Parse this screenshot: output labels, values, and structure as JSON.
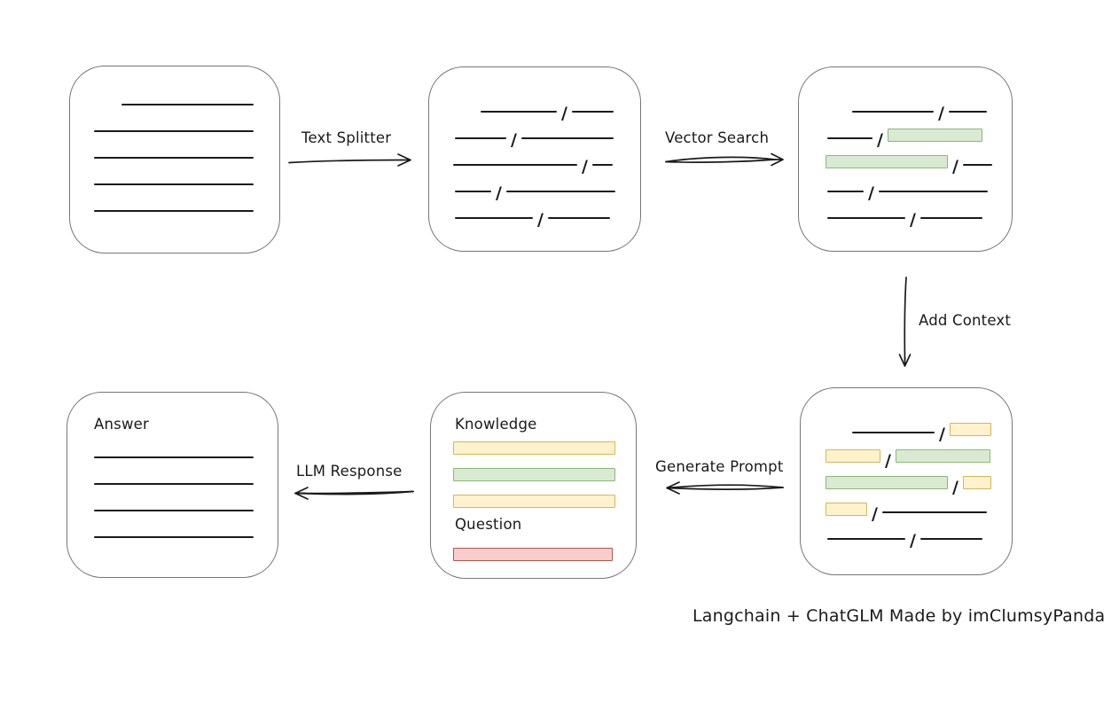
{
  "caption": "Langchain + ChatGLM Made by imClumsyPanda",
  "labels": {
    "knowledge": "Knowledge",
    "question": "Question",
    "answer": "Answer"
  },
  "arrows": [
    {
      "label": "Text Splitter",
      "from": "source-document",
      "to": "split-chunks",
      "direction": "right"
    },
    {
      "label": "Vector Search",
      "from": "split-chunks",
      "to": "matched-chunks",
      "direction": "right"
    },
    {
      "label": "Add Context",
      "from": "matched-chunks",
      "to": "context-chunks",
      "direction": "down"
    },
    {
      "label": "Generate Prompt",
      "from": "context-chunks",
      "to": "prompt",
      "direction": "left"
    },
    {
      "label": "LLM Response",
      "from": "prompt",
      "to": "answer",
      "direction": "left"
    }
  ],
  "colors": {
    "chunk_green_fill": "#d9ead3",
    "chunk_green_stroke": "#8ab974",
    "chunk_yellow_fill": "#fff2cc",
    "chunk_yellow_stroke": "#d6b656",
    "chunk_red_fill": "#f8cecc",
    "chunk_red_stroke": "#b85450",
    "box_border": "#767676",
    "ink": "#1a1a1a"
  },
  "boxes": {
    "source_document": {
      "rows": [
        {
          "pl": 58,
          "segs": [
            {
              "t": "line",
              "w": 149
            }
          ]
        },
        {
          "pl": 27,
          "segs": [
            {
              "t": "line",
              "w": 180
            }
          ]
        },
        {
          "pl": 27,
          "segs": [
            {
              "t": "line",
              "w": 180
            }
          ]
        },
        {
          "pl": 27,
          "segs": [
            {
              "t": "line",
              "w": 180
            }
          ]
        },
        {
          "pl": 27,
          "segs": [
            {
              "t": "line",
              "w": 180
            }
          ]
        }
      ]
    },
    "split_chunks": {
      "rows": [
        {
          "pl": 58,
          "segs": [
            {
              "t": "line",
              "w": 86
            },
            {
              "t": "slash"
            },
            {
              "t": "line",
              "w": 47
            }
          ]
        },
        {
          "pl": 29,
          "segs": [
            {
              "t": "line",
              "w": 58
            },
            {
              "t": "slash"
            },
            {
              "t": "line",
              "w": 104
            }
          ]
        },
        {
          "pl": 27,
          "segs": [
            {
              "t": "line",
              "w": 140
            },
            {
              "t": "slash"
            },
            {
              "t": "line",
              "w": 23
            }
          ]
        },
        {
          "pl": 29,
          "segs": [
            {
              "t": "line",
              "w": 41
            },
            {
              "t": "slash"
            },
            {
              "t": "line",
              "w": 123
            }
          ]
        },
        {
          "pl": 29,
          "segs": [
            {
              "t": "line",
              "w": 88
            },
            {
              "t": "slash"
            },
            {
              "t": "line",
              "w": 70
            }
          ]
        }
      ]
    },
    "matched_chunks": {
      "rows": [
        {
          "pl": 60,
          "segs": [
            {
              "t": "line",
              "w": 92
            },
            {
              "t": "slash"
            },
            {
              "t": "line",
              "w": 43
            }
          ]
        },
        {
          "pl": 32,
          "segs": [
            {
              "t": "line",
              "w": 51
            },
            {
              "t": "slash"
            },
            {
              "t": "chunk",
              "c": "green",
              "w": 107
            }
          ]
        },
        {
          "pl": 30,
          "segs": [
            {
              "t": "chunk",
              "c": "green",
              "w": 138
            },
            {
              "t": "slash"
            },
            {
              "t": "line",
              "w": 33
            }
          ]
        },
        {
          "pl": 32,
          "segs": [
            {
              "t": "line",
              "w": 41
            },
            {
              "t": "slash"
            },
            {
              "t": "line",
              "w": 123
            }
          ]
        },
        {
          "pl": 32,
          "segs": [
            {
              "t": "line",
              "w": 88
            },
            {
              "t": "slash"
            },
            {
              "t": "line",
              "w": 70
            }
          ]
        }
      ]
    },
    "context_chunks": {
      "rows": [
        {
          "pl": 58,
          "segs": [
            {
              "t": "line",
              "w": 93
            },
            {
              "t": "slash"
            },
            {
              "t": "chunk",
              "c": "yellow",
              "w": 47
            }
          ]
        },
        {
          "pl": 28,
          "segs": [
            {
              "t": "chunk",
              "c": "yellow",
              "w": 62
            },
            {
              "t": "slash"
            },
            {
              "t": "chunk",
              "c": "green",
              "w": 107
            }
          ]
        },
        {
          "pl": 28,
          "segs": [
            {
              "t": "chunk",
              "c": "green",
              "w": 138
            },
            {
              "t": "slash"
            },
            {
              "t": "chunk",
              "c": "yellow",
              "w": 32
            }
          ]
        },
        {
          "pl": 28,
          "segs": [
            {
              "t": "chunk",
              "c": "yellow",
              "w": 47
            },
            {
              "t": "slash"
            },
            {
              "t": "line",
              "w": 118
            }
          ]
        },
        {
          "pl": 30,
          "segs": [
            {
              "t": "line",
              "w": 88
            },
            {
              "t": "slash"
            },
            {
              "t": "line",
              "w": 70
            }
          ]
        }
      ]
    },
    "prompt": {
      "rows": [
        {
          "pl": 27,
          "h": 26,
          "segs": [
            {
              "t": "text",
              "text": "Knowledge",
              "name": "knowledge-label"
            }
          ]
        },
        {
          "pl": 25,
          "h": 22,
          "segs": [
            {
              "t": "chunk",
              "c": "yellow",
              "w": 183
            }
          ]
        },
        {
          "pl": 25,
          "h": 30,
          "segs": [
            {
              "t": "chunk",
              "c": "green",
              "w": 183
            }
          ]
        },
        {
          "pl": 25,
          "h": 30,
          "segs": [
            {
              "t": "chunk",
              "c": "yellow",
              "w": 183
            }
          ]
        },
        {
          "pl": 27,
          "h": 31,
          "segs": [
            {
              "t": "text",
              "text": "Question",
              "name": "question-label"
            }
          ]
        },
        {
          "pl": 25,
          "h": 29,
          "segs": [
            {
              "t": "chunk",
              "c": "red",
              "w": 180
            }
          ]
        }
      ]
    },
    "answer": {
      "rows": [
        {
          "pl": 30,
          "h": 26,
          "segs": [
            {
              "t": "text",
              "text": "Answer",
              "name": "answer-label"
            }
          ]
        },
        {
          "pl": 30,
          "h": 29,
          "segs": [
            {
              "t": "line",
              "w": 180
            }
          ]
        },
        {
          "pl": 30,
          "h": 30,
          "segs": [
            {
              "t": "line",
              "w": 180
            }
          ]
        },
        {
          "pl": 30,
          "h": 30,
          "segs": [
            {
              "t": "line",
              "w": 180
            }
          ]
        },
        {
          "pl": 30,
          "h": 30,
          "segs": [
            {
              "t": "line",
              "w": 180
            }
          ]
        }
      ]
    }
  }
}
